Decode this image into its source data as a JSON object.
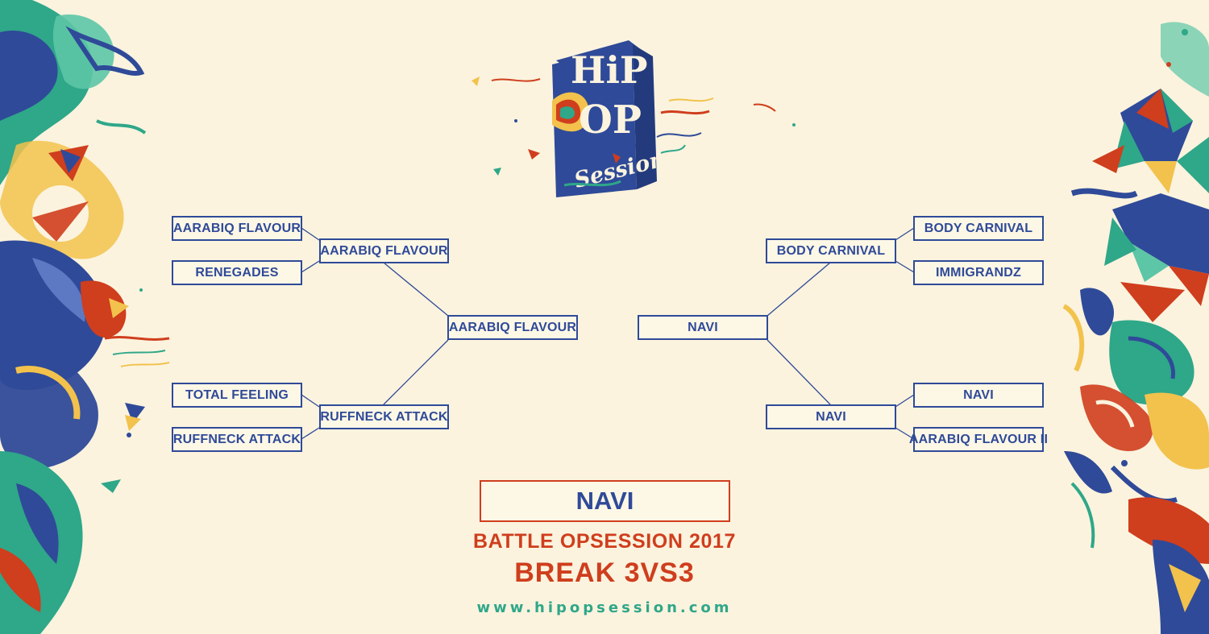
{
  "logo": {
    "line1": "HiP",
    "line2": "OP",
    "line3": "Session"
  },
  "bracket": {
    "left": {
      "round1": [
        "AARABIQ FLAVOUR",
        "RENEGADES",
        "TOTAL FEELING",
        "RUFFNECK ATTACK"
      ],
      "round2": [
        "AARABIQ FLAVOUR",
        "RUFFNECK ATTACK"
      ],
      "semifinal": "AARABIQ FLAVOUR"
    },
    "right": {
      "round1": [
        "BODY CARNIVAL",
        "IMMIGRANDZ",
        "NAVI",
        "AARABIQ FLAVOUR II"
      ],
      "round2": [
        "BODY CARNIVAL",
        "NAVI"
      ],
      "semifinal": "NAVI"
    }
  },
  "champion": "NAVI",
  "event": {
    "title": "BATTLE OPSESSION 2017",
    "subtitle": "BREAK 3VS3",
    "website": "www.hipopsession.com"
  },
  "colors": {
    "background": "#fbf3de",
    "bracket_blue": "#2f4a98",
    "accent_red": "#cf3e1d",
    "accent_green": "#2fa789",
    "accent_yellow": "#f2c24c"
  }
}
